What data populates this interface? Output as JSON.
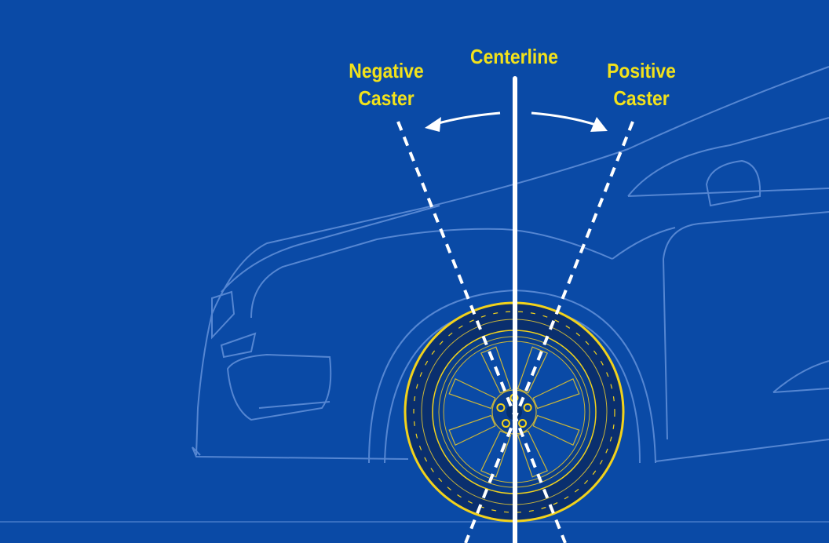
{
  "labels": {
    "centerline": "Centerline",
    "negative_line1": "Negative",
    "negative_line2": "Caster",
    "positive_line1": "Positive",
    "positive_line2": "Caster"
  },
  "colors": {
    "background": "#0a4aa6",
    "label": "#f2e21b",
    "outline": "#6f9be0",
    "line": "#ffffff",
    "tire_accent": "#f2d21b"
  }
}
